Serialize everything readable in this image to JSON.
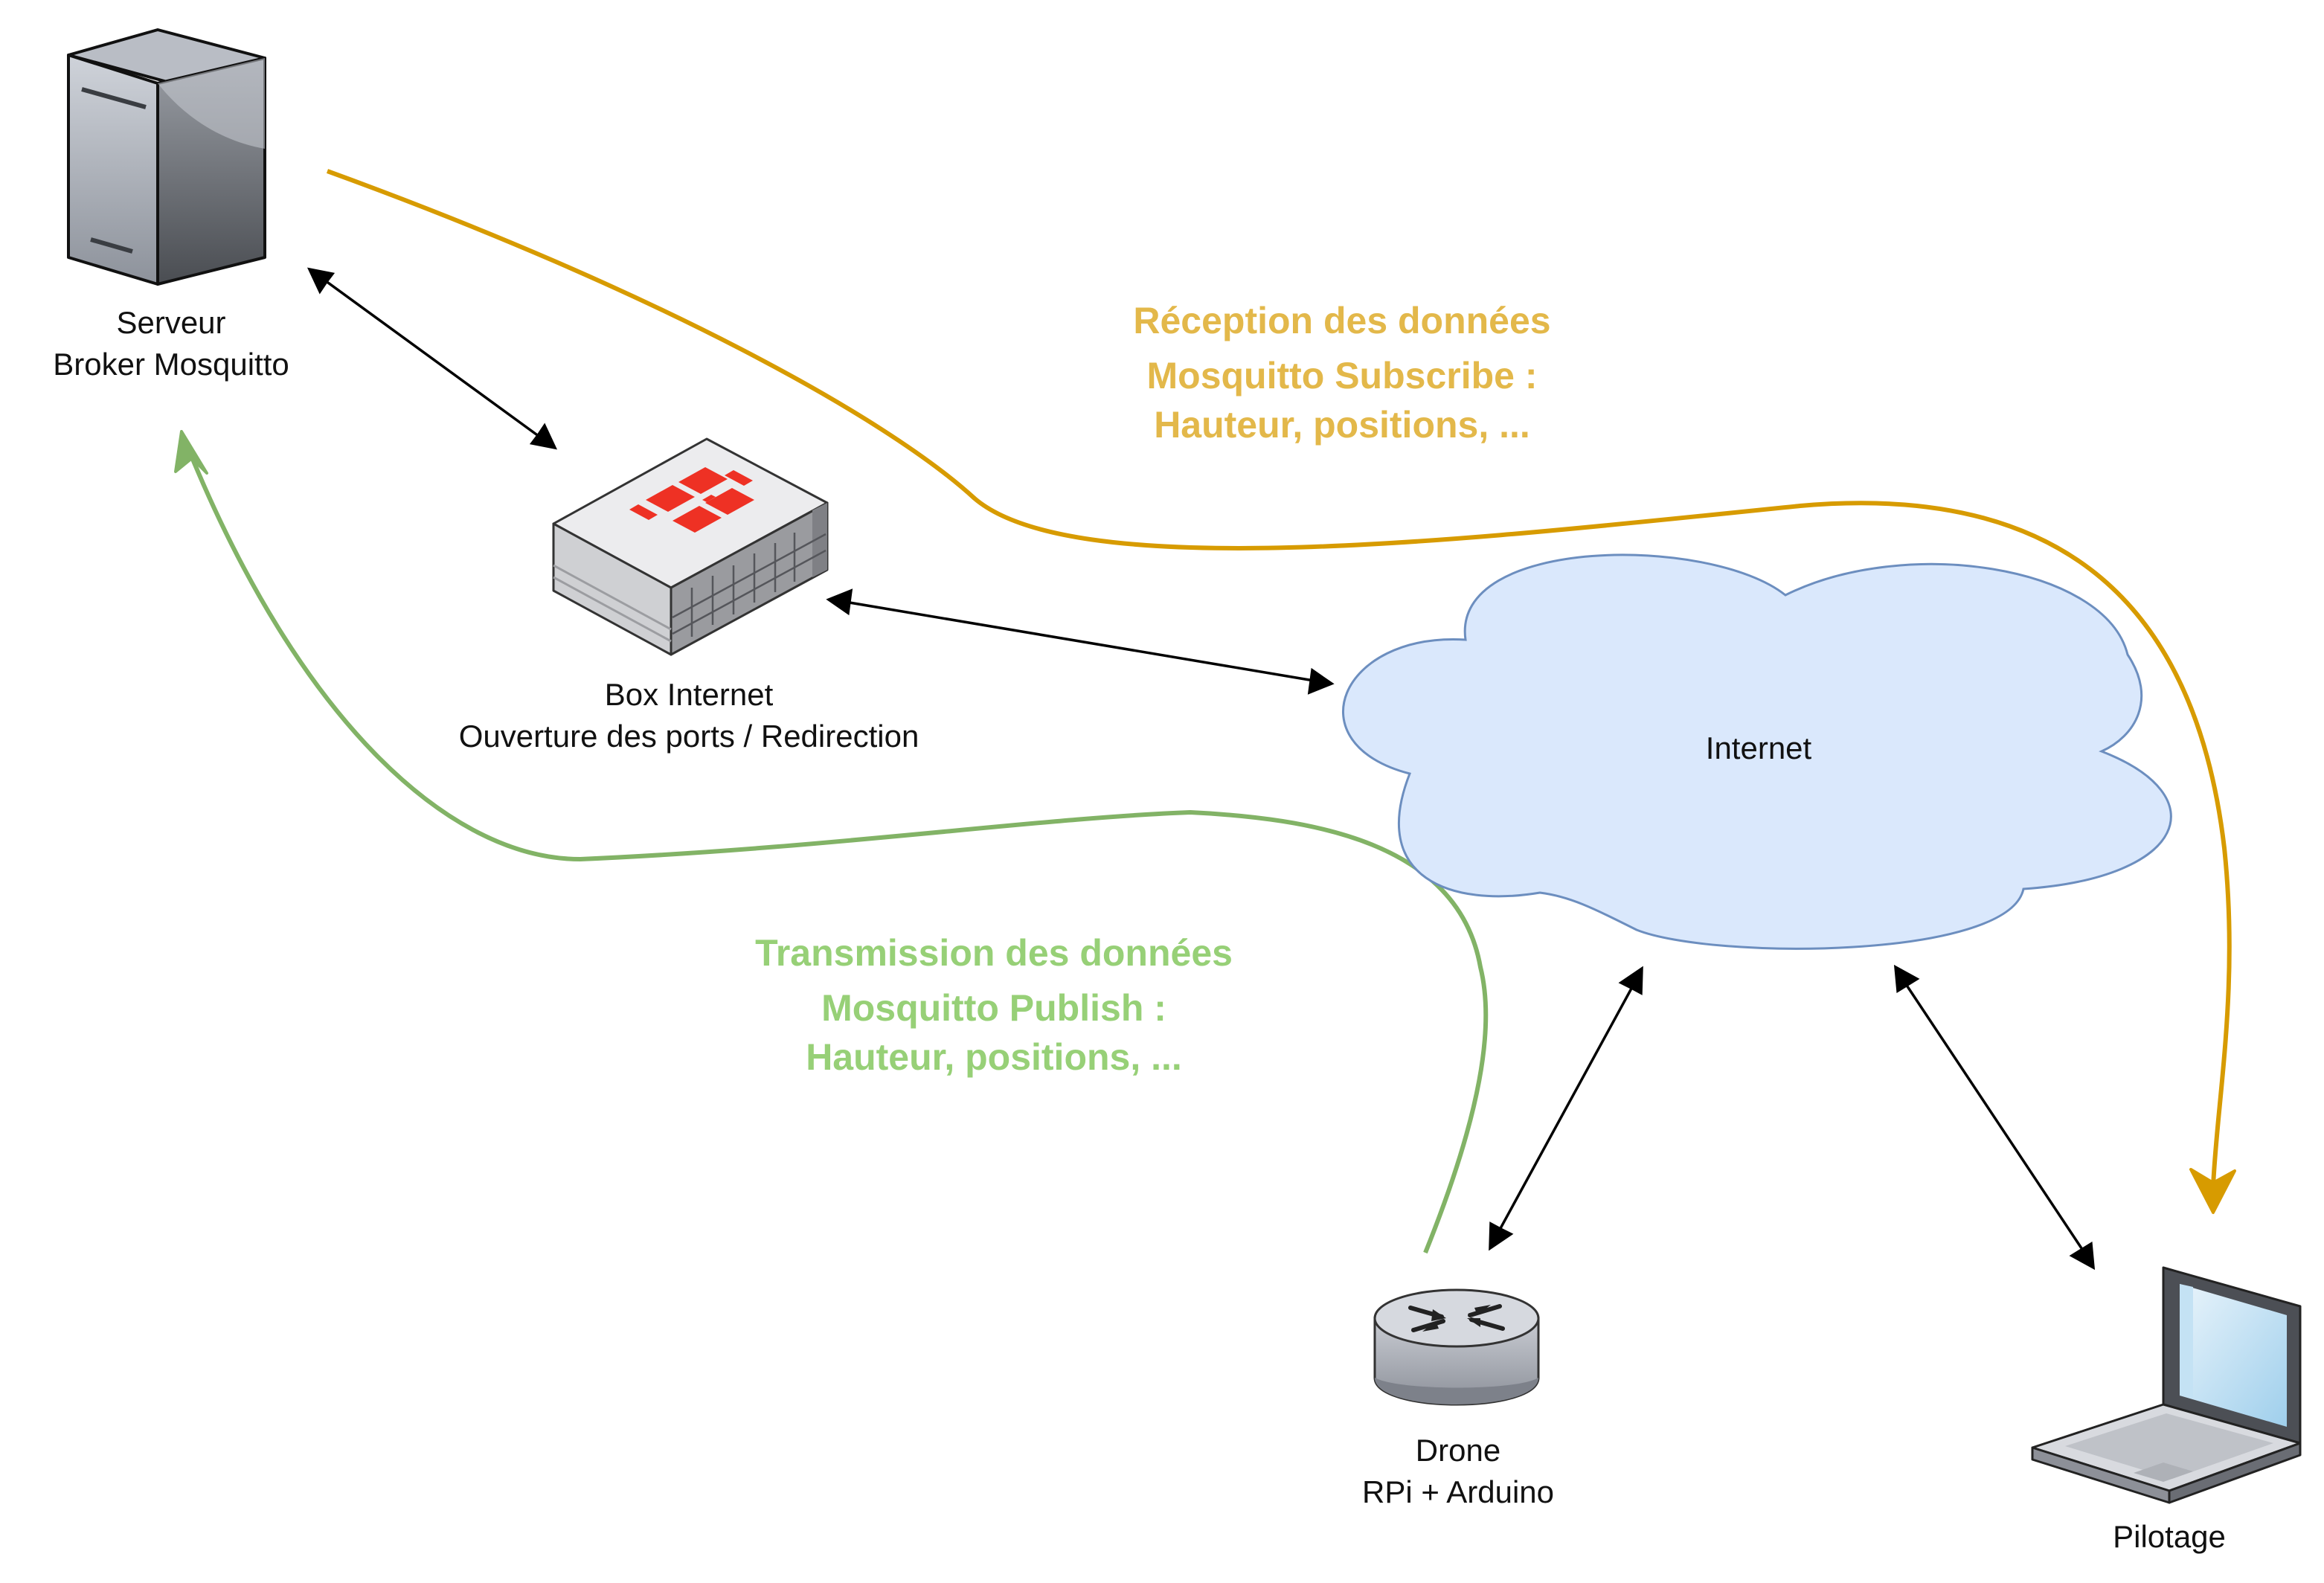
{
  "nodes": {
    "server": {
      "line1": "Serveur",
      "line2": "Broker Mosquitto",
      "icon": "server-tower-icon"
    },
    "box": {
      "line1": "Box Internet",
      "line2": "Ouverture des ports / Redirection",
      "icon": "firewall-appliance-icon"
    },
    "internet": {
      "label": "Internet",
      "icon": "cloud-icon"
    },
    "drone": {
      "line1": "Drone",
      "line2": "RPi + Arduino",
      "icon": "router-icon"
    },
    "pilotage": {
      "label": "Pilotage",
      "icon": "laptop-icon"
    }
  },
  "flows": {
    "reception": {
      "title": "Réception des données",
      "line1": "Mosquitto Subscribe :",
      "line2": "Hauteur, positions, ...",
      "color": "#d79b00",
      "text_color": "#e3b84a"
    },
    "transmission": {
      "title": "Transmission des données",
      "line1": "Mosquitto Publish :",
      "line2": "Hauteur, positions, ...",
      "color": "#82b366",
      "text_color": "#97d077"
    }
  },
  "colors": {
    "cloud_fill": "#dae8fc",
    "cloud_stroke": "#6c8ebf",
    "connector": "#000000",
    "fortinet_red": "#ee3124"
  }
}
